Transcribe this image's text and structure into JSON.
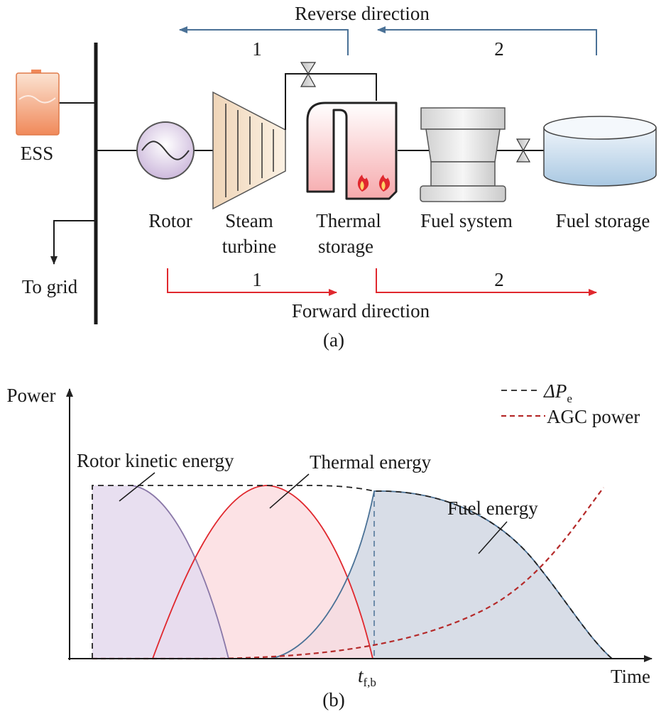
{
  "panel_a": {
    "caption": "(a)",
    "reverse_label": "Reverse direction",
    "forward_label": "Forward direction",
    "reverse_steps": [
      "1",
      "2"
    ],
    "forward_steps": [
      "1",
      "2"
    ],
    "components": {
      "ess": "ESS",
      "to_grid": "To grid",
      "rotor": "Rotor",
      "steam_turbine_line1": "Steam",
      "steam_turbine_line2": "turbine",
      "thermal_storage_line1": "Thermal",
      "thermal_storage_line2": "storage",
      "fuel_system": "Fuel system",
      "fuel_storage": "Fuel storage"
    },
    "colors": {
      "reverse_arrow": "#4a7196",
      "forward_arrow": "#e0282e"
    }
  },
  "panel_b": {
    "caption": "(b)",
    "y_axis_label": "Power",
    "x_axis_label": "Time",
    "tick_label_main": "t",
    "tick_label_sub": "f,b",
    "annotations": {
      "rotor": "Rotor kinetic energy",
      "thermal": "Thermal energy",
      "fuel": "Fuel energy"
    },
    "legend": [
      {
        "symbol": "ΔP",
        "subscript": "e",
        "color": "#222222",
        "style": "dashed"
      },
      {
        "label": "AGC power",
        "color": "#b52a2a",
        "style": "dashed"
      }
    ],
    "colors": {
      "rotor_fill": "#e6dcee",
      "rotor_line": "#8a78a8",
      "thermal_fill": "#fbdde0",
      "thermal_line": "#e0282e",
      "fuel_fill": "#d8dde7",
      "fuel_line": "#4a7196",
      "agc_line": "#b52a2a"
    }
  }
}
